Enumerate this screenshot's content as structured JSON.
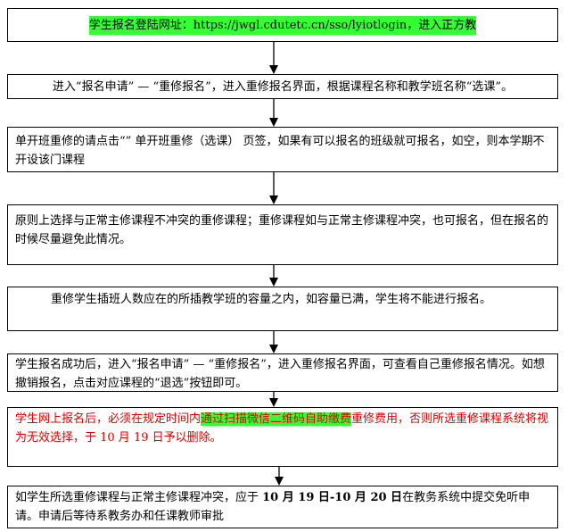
{
  "colors": {
    "highlight": "#33ff33",
    "alert_text": "#e00000",
    "border": "#000000"
  },
  "steps": {
    "step1": {
      "prefix": "学生报名登陆网址：",
      "url": "https://jwgl.cdutetc.cn/sso/lyiotlogin",
      "suffix": "，进入正方教"
    },
    "step2": {
      "text": "进入“报名申请” — “重修报名”，进入重修报名界面，根据课程名称和教学班名称“选课”。"
    },
    "step3": {
      "text": "单开班重修的请点击“” 单开班重修（选课） 页签，如果有可以报名的班级就可报名，如空，则本学期不开设该门课程"
    },
    "step4": {
      "text": "原则上选择与正常主修课程不冲突的重修课程；重修课程如与正常主修课程冲突，也可报名，但在报名的时候尽量避免此情况。"
    },
    "step5": {
      "text": "重修学生插班人数应在的所插教学班的容量之内，如容量已满，学生将不能进行报名。"
    },
    "step6": {
      "text": "学生报名成功后，进入“报名申请” — “重修报名”，进入重修报名界面，可查看自己重修报名情况。如想撤销报名，点击对应课程的“退选”按钮即可。"
    },
    "step7": {
      "part1": "学生网上报名后，必须在规定时间内",
      "highlight": "通过扫描微信二维码自助缴费",
      "part2": "重修费用，否则所选重修课程系统将视为无效选择，于 10 月 19 日予以删除。"
    },
    "step8": {
      "part1": "如学生所选重修课程与正常主修课程冲突，应于 ",
      "date_range": "10 月 19 日-10 月 20 日",
      "part2": "在教务系统中提交免听申请。申请后等待系教务办和任课教师审批"
    }
  }
}
